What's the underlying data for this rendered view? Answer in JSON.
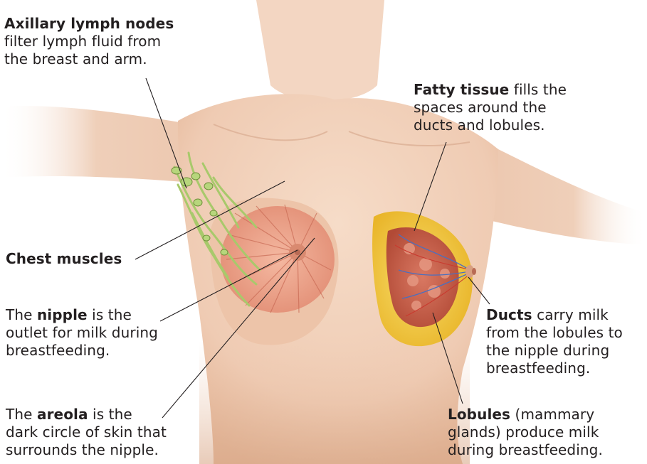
{
  "labels": {
    "axillary": {
      "term": "Axillary lymph nodes",
      "lines": [
        "filter lymph fluid from",
        "the breast and arm."
      ]
    },
    "fatty": {
      "term": "Fatty tissue",
      "after": " fills the",
      "lines": [
        "spaces around the",
        "ducts and lobules."
      ]
    },
    "chest": {
      "term": "Chest muscles"
    },
    "nipple": {
      "prefix": "The ",
      "term": "nipple",
      "after": " is the",
      "lines": [
        "outlet for milk during",
        "breastfeeding."
      ]
    },
    "ducts": {
      "term": "Ducts",
      "after": " carry milk",
      "lines": [
        "from the lobules to",
        "the nipple during",
        "breastfeeding."
      ]
    },
    "areola": {
      "prefix": "The ",
      "term": "areola",
      "after": " is the",
      "lines": [
        "dark circle of skin that",
        "surrounds the nipple."
      ]
    },
    "lobules": {
      "term": "Lobules",
      "after": " (mammary",
      "lines": [
        "glands) produce milk",
        "during breastfeeding."
      ]
    }
  },
  "colors": {
    "skin": "#f2d3bd",
    "skin_shadow": "#d9a98a",
    "muscle": "#e99a84",
    "lymph": "#a8c96b",
    "fat": "#f3cf3c",
    "lobule": "#c7604a",
    "duct_blue": "#4b6fbf",
    "leader_line": "#231f20"
  }
}
